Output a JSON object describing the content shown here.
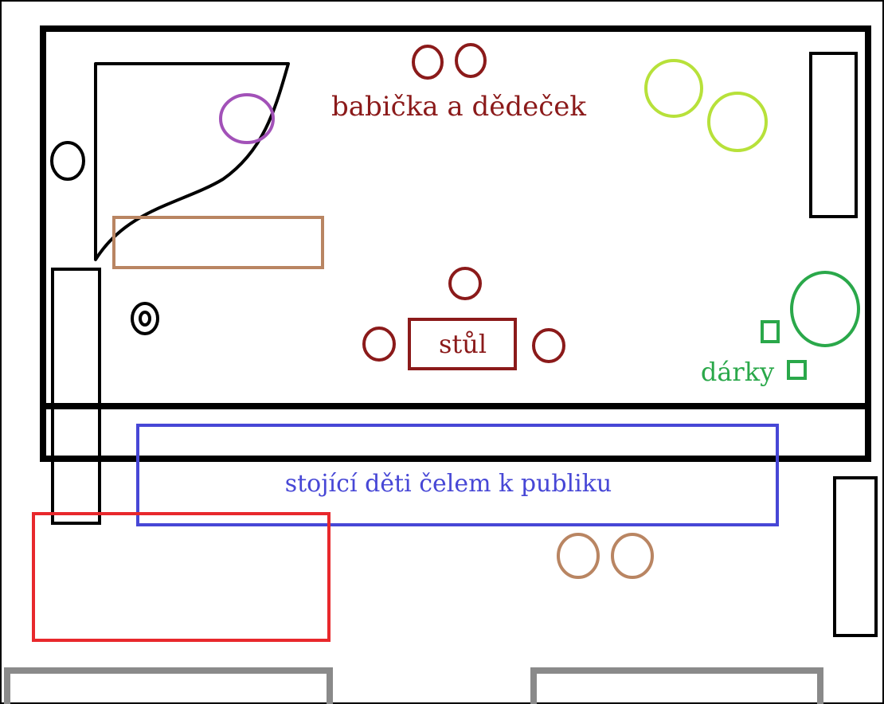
{
  "labels": {
    "grandparents": "babička a dědeček",
    "table": "stůl",
    "gifts": "dárky",
    "children": "stojící děti čelem k publiku"
  },
  "colors": {
    "outline": "#000000",
    "grandparents": "#8b1a1a",
    "table": "#8b1a1a",
    "gifts": "#2aa84a",
    "lime": "#b7e13a",
    "purple": "#a251b8",
    "tan": "#b98562",
    "blue": "#4747d6",
    "red": "#e8282c",
    "gray": "#8a8a8a"
  }
}
